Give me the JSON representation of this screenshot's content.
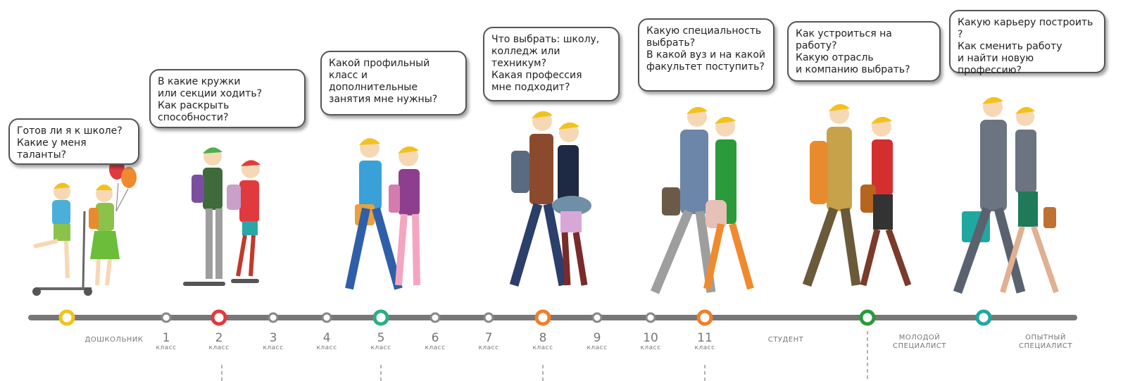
{
  "bubbles": [
    {
      "id": "preschool",
      "text": "Готов ли я к школе?\nКакие у меня таланты?"
    },
    {
      "id": "grade2",
      "text": "В какие кружки\nили секции ходить?\nКак раскрыть способности?"
    },
    {
      "id": "grade5",
      "text": "Какой профильный\nкласс и дополнительные\nзанятия мне нужны?"
    },
    {
      "id": "grade8",
      "text": "Что выбрать: школу,\nколледж или техникум?\nКакая профессия\nмне подходит?"
    },
    {
      "id": "grade11",
      "text": "Какую специальность\nвыбрать?\nВ какой вуз и на какой\nфакультет поступить?"
    },
    {
      "id": "student",
      "text": "Как устроиться на работу?\nКакую отрасль\nи компанию выбрать?"
    },
    {
      "id": "young",
      "text": "Какую карьеру построить ?\nКак сменить работу\nи найти новую профессию?"
    }
  ],
  "timeline": {
    "class_word": "класс",
    "grades": [
      {
        "n": "1",
        "color": "#888888",
        "key": false
      },
      {
        "n": "2",
        "color": "#e03a3e",
        "key": true
      },
      {
        "n": "3",
        "color": "#888888",
        "key": false
      },
      {
        "n": "4",
        "color": "#888888",
        "key": false
      },
      {
        "n": "5",
        "color": "#2bb07f",
        "key": true
      },
      {
        "n": "6",
        "color": "#888888",
        "key": false
      },
      {
        "n": "7",
        "color": "#888888",
        "key": false
      },
      {
        "n": "8",
        "color": "#f07f2a",
        "key": true
      },
      {
        "n": "9",
        "color": "#888888",
        "key": false
      },
      {
        "n": "10",
        "color": "#888888",
        "key": false
      },
      {
        "n": "11",
        "color": "#f07f2a",
        "key": true
      }
    ],
    "stages": {
      "preschool": "ДОШКОЛЬНИК",
      "student": "СТУДЕНТ",
      "young_line1": "МОЛОДОЙ",
      "young_line2": "СПЕЦИАЛИСТ",
      "exp_line1": "ОПЫТНЫЙ",
      "exp_line2": "СПЕЦИАЛИСТ"
    },
    "colors": {
      "preschool": "#f2c21b",
      "young": "#2a9a3a",
      "experienced": "#1fa8a0",
      "line": "#777777"
    }
  }
}
